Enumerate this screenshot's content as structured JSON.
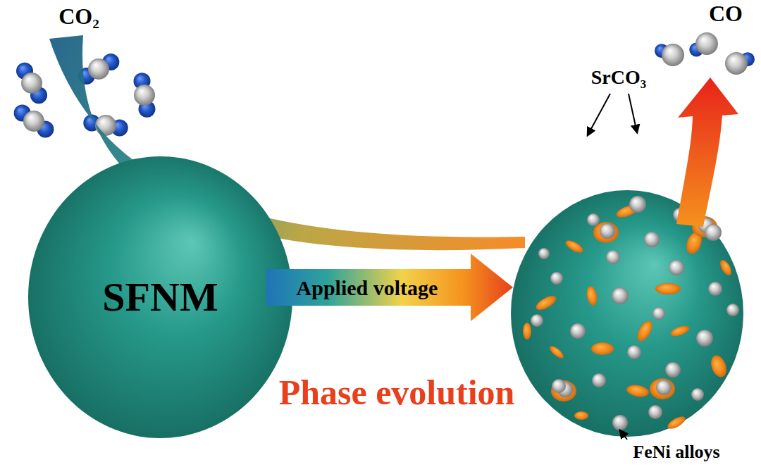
{
  "diagram": {
    "nodes": [
      {
        "text": [
          "SFNM"
        ]
      },
      {
        "text": [
          "Applied voltage"
        ]
      }
    ],
    "labels": [
      "CO₂",
      "CO",
      "SrCO₃",
      "FeNi alloys",
      "Phase evolution"
    ]
  }
}
